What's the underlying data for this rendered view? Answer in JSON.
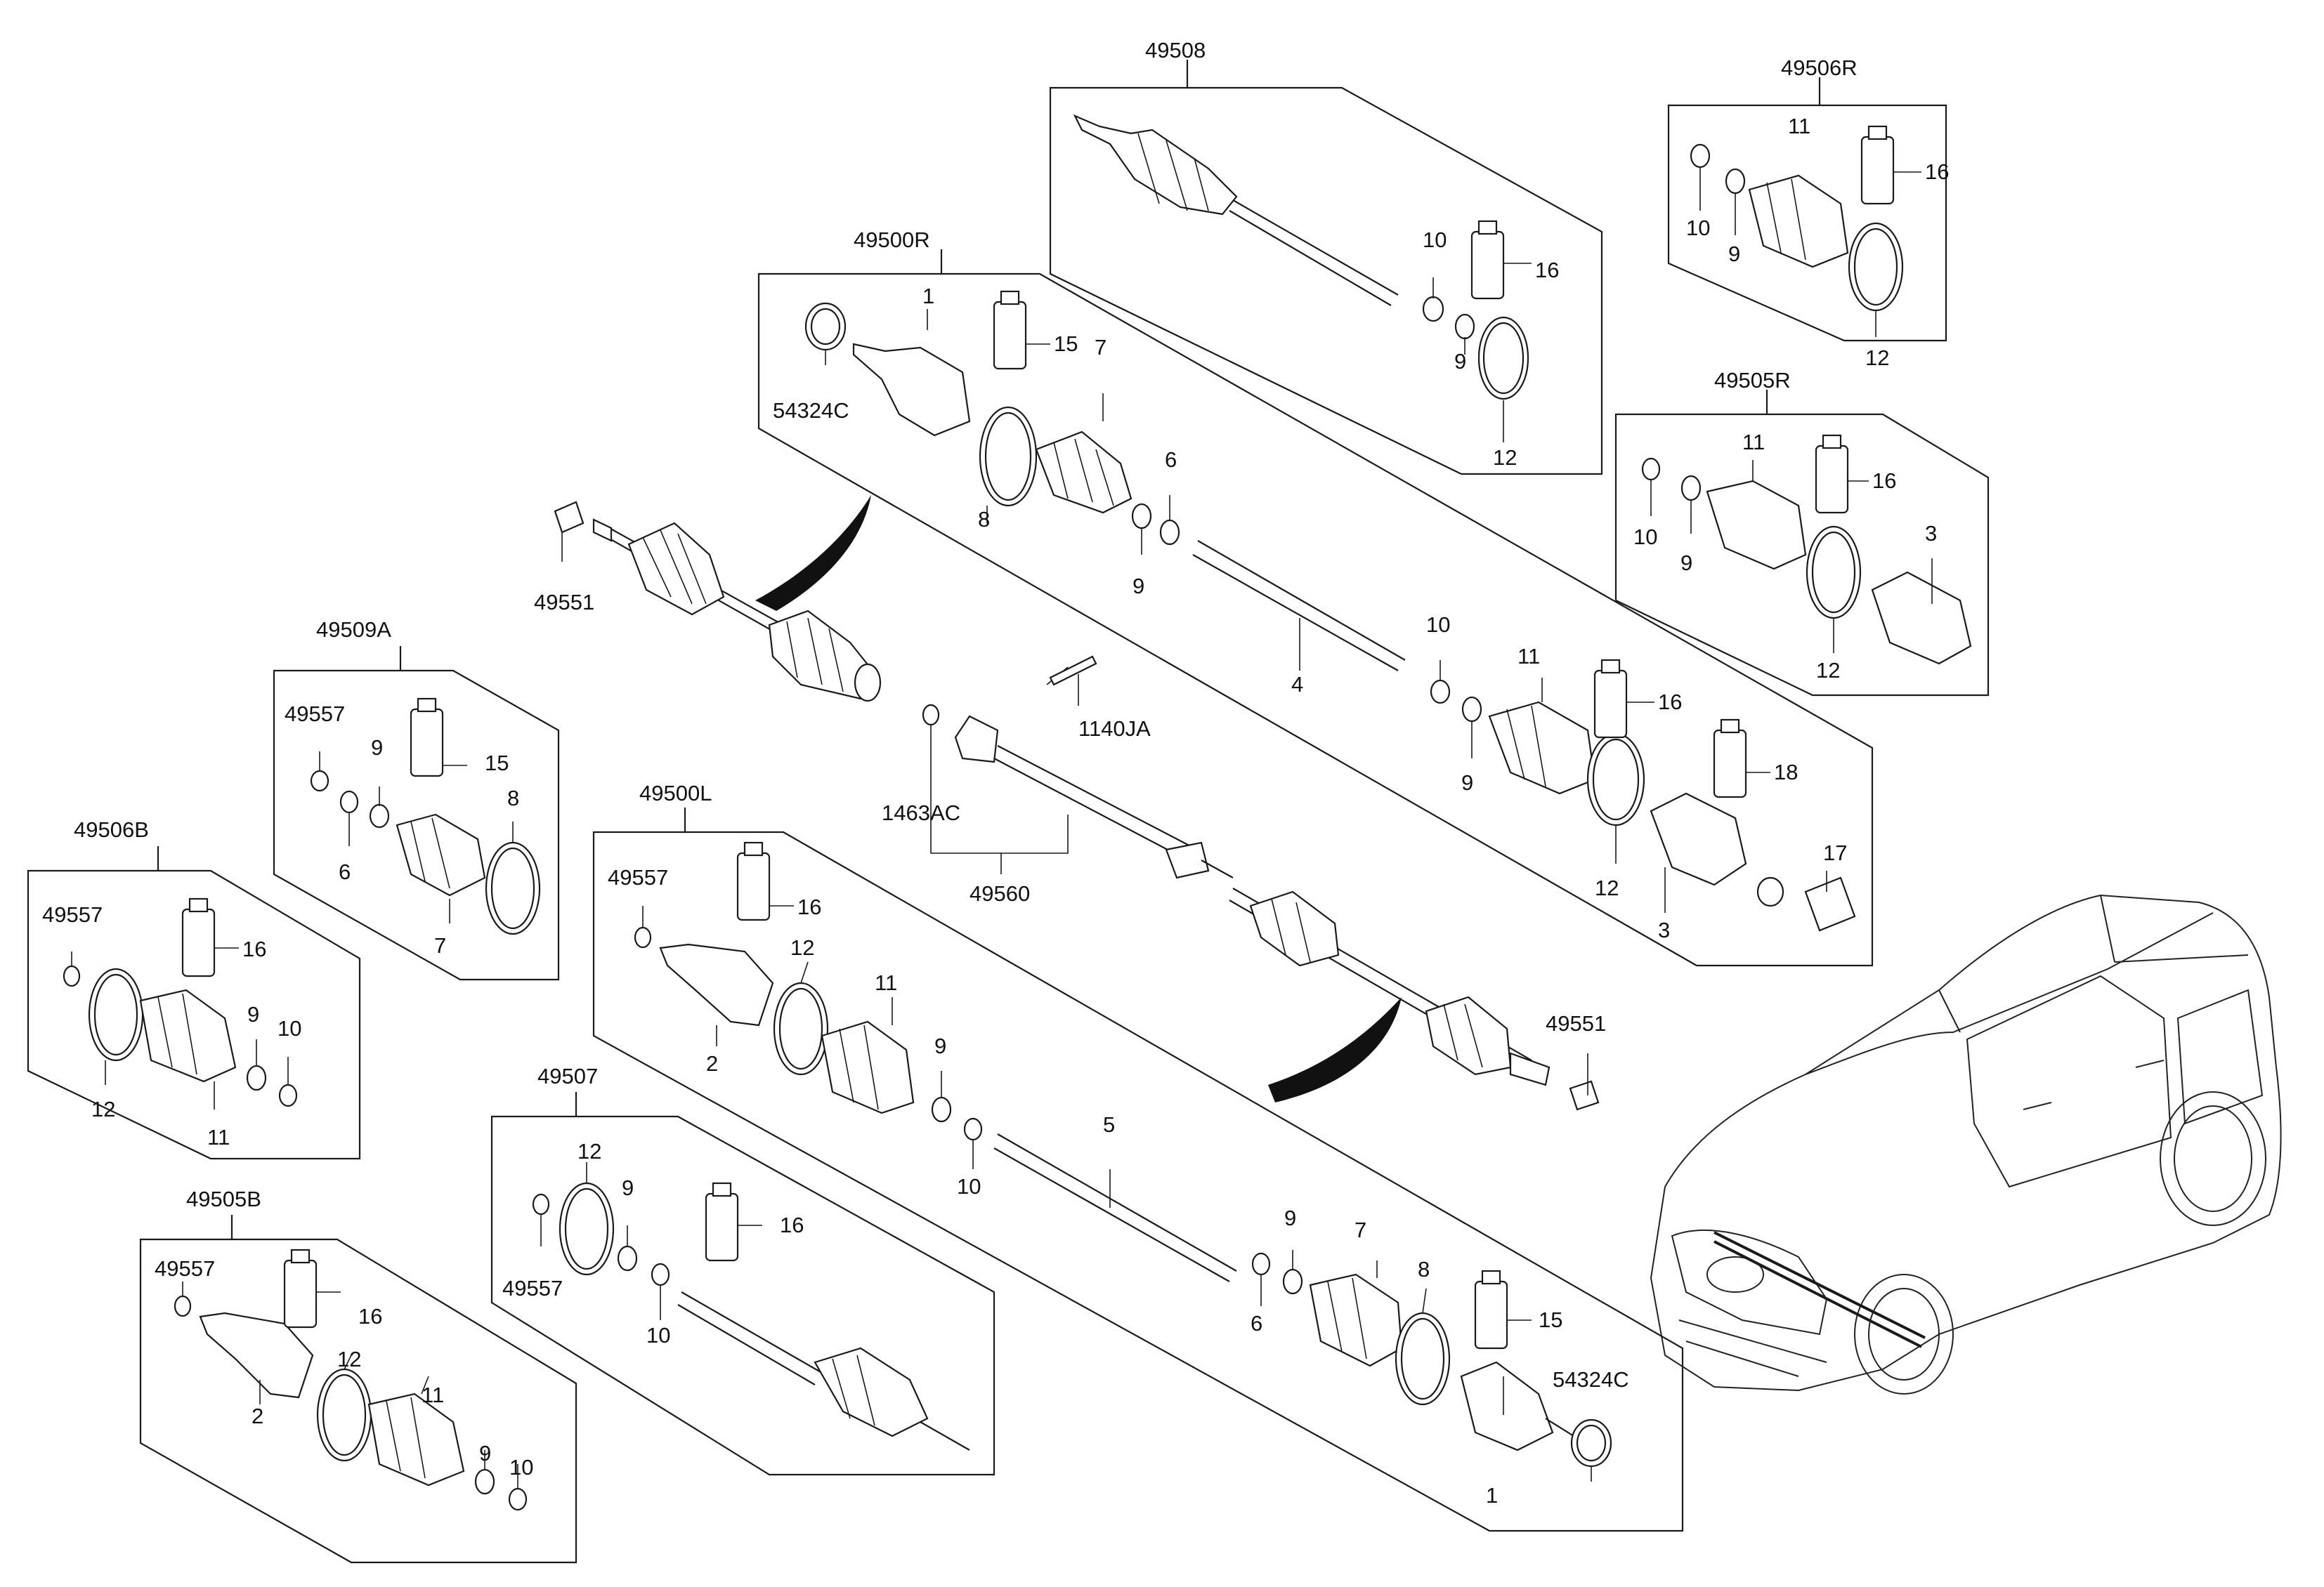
{
  "assemblies": {
    "a49508": "49508",
    "a49506R": "49506R",
    "a49500R": "49500R",
    "a49505R": "49505R",
    "a49509A": "49509A",
    "a49506B": "49506B",
    "a49500L": "49500L",
    "a49507": "49507",
    "a49505B": "49505B",
    "a49560": "49560"
  },
  "labels": {
    "n49551_top": "49551",
    "n49551_bottom": "49551",
    "n1140JA": "1140JA",
    "n1463AC": "1463AC",
    "n54324C_top": "54324C",
    "n54324C_bottom": "54324C",
    "n49557_509A": "49557",
    "n49557_506B": "49557",
    "n49557_500L": "49557",
    "n49557_507": "49557",
    "n49557_505B": "49557"
  },
  "numbers": {
    "n1": "1",
    "n2": "2",
    "n3": "3",
    "n4": "4",
    "n5": "5",
    "n6": "6",
    "n7": "7",
    "n8": "8",
    "n9": "9",
    "n10": "10",
    "n11": "11",
    "n12": "12",
    "n15": "15",
    "n16": "16",
    "n17": "17",
    "n18": "18"
  }
}
